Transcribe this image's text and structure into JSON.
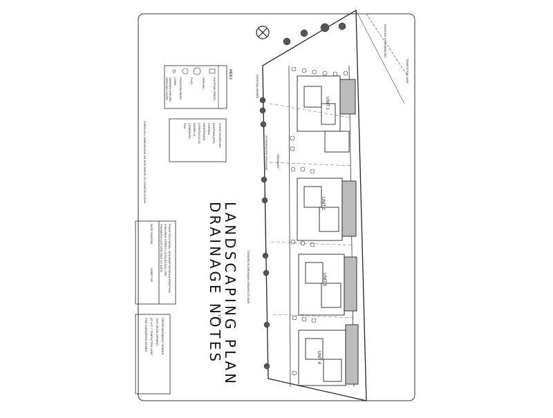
{
  "drawing": {
    "title_line1": "LANDSCAPING PLAN",
    "title_line2": "DRAINAGE NOTES",
    "scale": "1:200",
    "check_note": "CHECK ALL DIMENSIONS ON SITE PRIOR TO CONSTRUCTION",
    "legend_title": "INDEX",
    "legend_items": [
      "EXISTING TREES",
      "SHRUBS",
      "FLAX",
      "PLANTING BEDS",
      "LAWN",
      "GARDEN SHRUBS",
      "GROUND COVER"
    ],
    "notes_heading": "PLANT SCHEDULE",
    "notes_lines": [
      "RHAPHIOLEPIS",
      "CORREA",
      "WESTRINGIA",
      "CONVOLVULUS",
      "DIANELLA",
      "LOMANDRA",
      "POA"
    ],
    "designer_lines": [
      "PHILIP POLYNESIA - BUILDING DESIGN & DRAFTING",
      "4 BOURKE STREET LAUNCESTON 7250",
      "PHONE/FAX (03) 6334 0810   CC 448 G"
    ],
    "date": "DATE  3/10/2006",
    "sheet": "SHEET  5/5",
    "project_lines": [
      "PROPOSED BRICK VENEER",
      "UNIT DEVELOPMENT",
      "AT LOT 7 TEMPLETON LANE",
      "FOR GLENWOOD HOMES"
    ],
    "units": [
      "UNIT 1",
      "UNIT 2",
      "UNIT 3",
      "UNIT 4"
    ],
    "site_labels": [
      "EXISTING STORMWATER",
      "EXISTING SEWER",
      "TEMPLETON LANE",
      "DRIVEWAY",
      "STORMWATER DRAINAGE",
      "CONCRETE DRIVEWAY DRAINS TO SIDE"
    ]
  }
}
